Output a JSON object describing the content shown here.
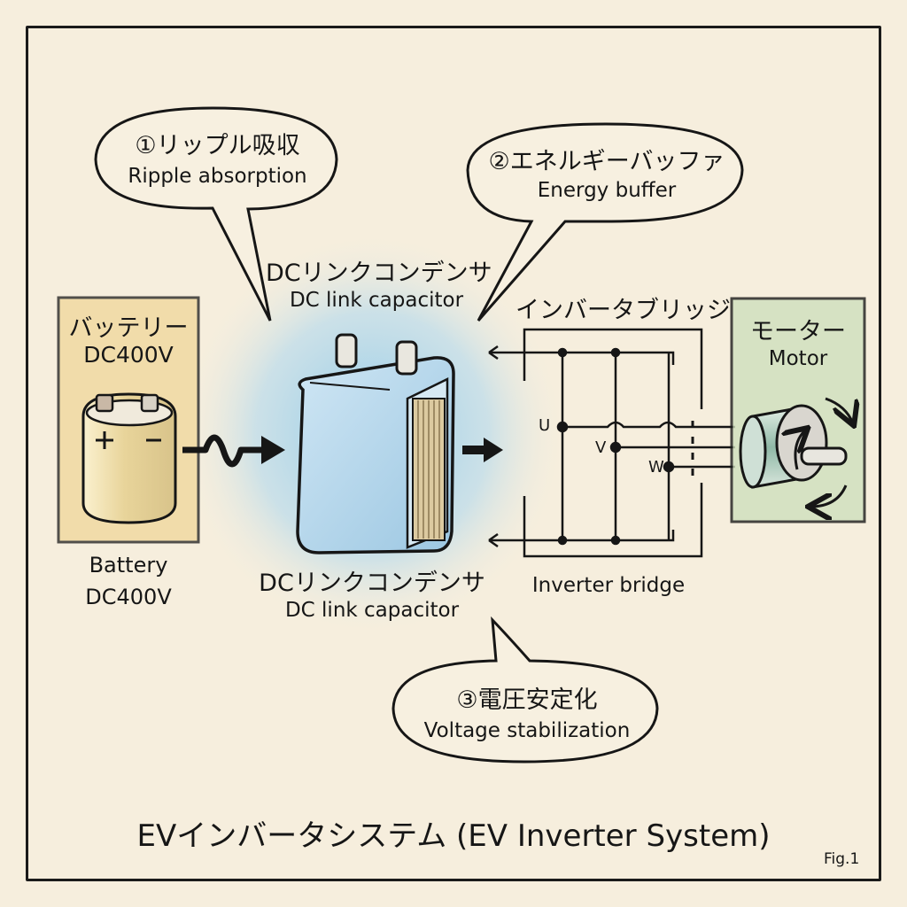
{
  "title": "EVインバータシステム (EV Inverter System)",
  "figure_label": "Fig.1",
  "callouts": [
    {
      "number": "①",
      "ja": "リップル吸収",
      "en": "Ripple absorption"
    },
    {
      "number": "②",
      "ja": "エネルギーバッファ",
      "en": "Energy buffer"
    },
    {
      "number": "③",
      "ja": "電圧安定化",
      "en": "Voltage stabilization"
    }
  ],
  "battery": {
    "ja": "バッテリー",
    "voltage": "DC400V",
    "en": "Battery",
    "en_voltage": "DC400V",
    "plus": "+",
    "minus": "−",
    "color": "#f0d79a"
  },
  "capacitor": {
    "ja_top": "DCリンクコンデンサ",
    "en_top": "DC link capacitor",
    "ja_bottom": "DCリンクコンデンサ",
    "en_bottom": "DC link capacitor",
    "glow_color": "#9fd0ee"
  },
  "inverter": {
    "ja": "インバータブリッジ",
    "en": "Inverter bridge",
    "phases": [
      "U",
      "V",
      "W"
    ]
  },
  "motor": {
    "ja": "モーター",
    "en": "Motor",
    "color": "#cfe0bd"
  }
}
